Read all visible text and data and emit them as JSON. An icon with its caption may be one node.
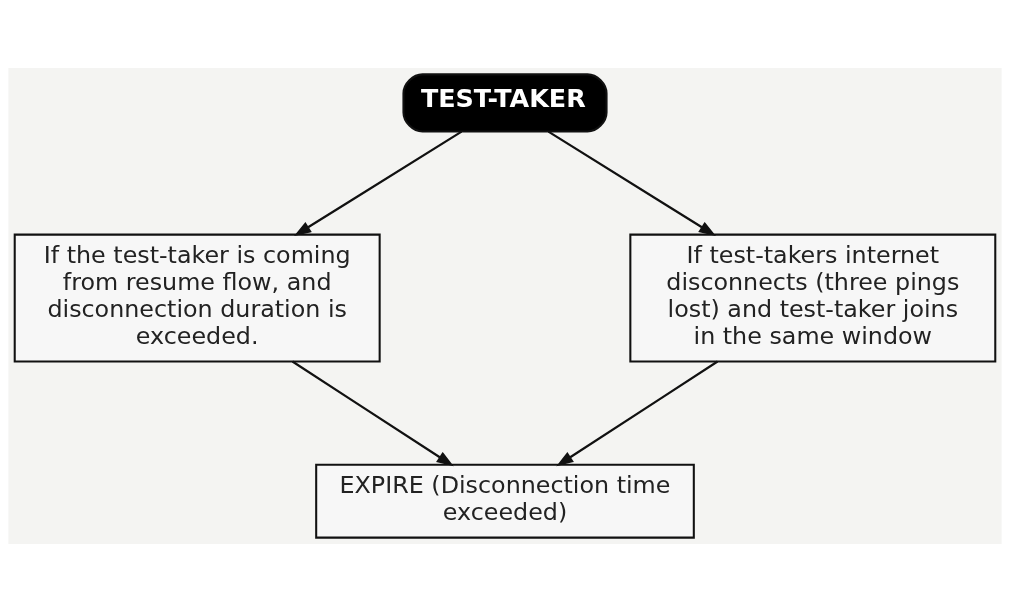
{
  "diagram": {
    "nodes": [
      {
        "text": [
          "TEST-TAKER"
        ]
      },
      {
        "text": [
          "If the test-taker is coming from resume flow, and disconnection duration is exceeded."
        ]
      },
      {
        "text": [
          "If test-takers internet disconnects (three pings lost) and test-taker joins in the same window"
        ]
      },
      {
        "text": [
          "EXPIRE (Disconnection time exceeded)"
        ]
      }
    ],
    "edges": [
      {
        "from": 0,
        "to": 1,
        "arrow": "to"
      },
      {
        "from": 0,
        "to": 2,
        "arrow": "to"
      },
      {
        "from": 1,
        "to": 3,
        "arrow": "to"
      },
      {
        "from": 2,
        "to": 3,
        "arrow": "to"
      }
    ]
  }
}
